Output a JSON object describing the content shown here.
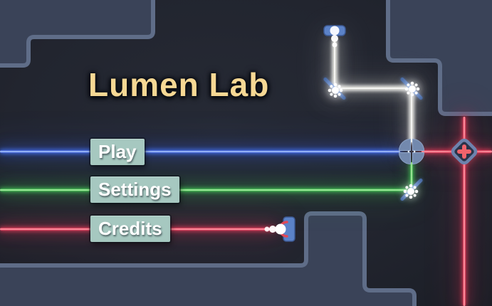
{
  "title": "Lumen Lab",
  "menu": {
    "items": [
      {
        "id": "play",
        "label": "Play"
      },
      {
        "id": "settings",
        "label": "Settings"
      },
      {
        "id": "credits",
        "label": "Credits"
      }
    ]
  },
  "colors": {
    "background": "#22252f",
    "wall_fill": "#3a4358",
    "wall_border": "#5f6d88",
    "title_text": "#f6d894",
    "button_bg": "#a6c8c0",
    "button_text": "#ffffff",
    "beam_blue": "#3f6fe8",
    "beam_green": "#2fae3e",
    "beam_red": "#e0395a",
    "beam_white": "#f5f5ef",
    "device_blue": "#7389ae",
    "mirror_blue": "#6f95d8",
    "target_cross": "#f0646c"
  },
  "scene": {
    "devices": [
      {
        "name": "white-light-emitter",
        "facing": "down"
      },
      {
        "name": "mirror",
        "orientation": "backslash"
      },
      {
        "name": "mirror",
        "orientation": "backslash"
      },
      {
        "name": "prism-splitter",
        "inputs": "white",
        "outputs": "blue-left, green-down, red-right"
      },
      {
        "name": "mirror",
        "orientation": "slash"
      },
      {
        "name": "target-red-cross"
      },
      {
        "name": "red-laser-emitter",
        "facing": "left"
      }
    ],
    "beams": [
      {
        "color": "white",
        "path": "emitter down, right, down into prism"
      },
      {
        "color": "blue",
        "path": "prism to left edge through Play row"
      },
      {
        "color": "green",
        "path": "prism down, mirror, left edge through Settings row"
      },
      {
        "color": "red",
        "path": "prism right through target to right edge"
      },
      {
        "color": "red",
        "path": "vertical at right side to bottom edge"
      },
      {
        "color": "red",
        "path": "red emitter to left edge through Credits row"
      }
    ]
  }
}
